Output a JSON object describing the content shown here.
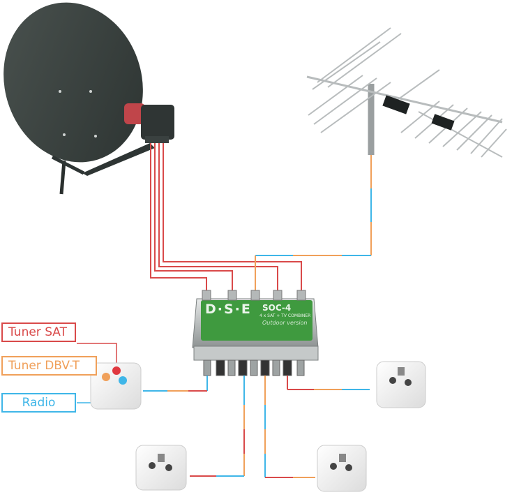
{
  "legend": {
    "sat": "Tuner SAT",
    "dvbt": "Tuner DBV-T",
    "radio": "Radio"
  },
  "combiner": {
    "brand": "D·S·E",
    "model": "SOC-4",
    "subtitle": "4 x SAT + TV COMBINER",
    "version": "Outdoor version"
  },
  "colors": {
    "sat": "#d94a4a",
    "dvbt": "#f0a05a",
    "radio": "#3fb6e8",
    "dish": "#3b4340",
    "lnb": "#c0454a"
  }
}
